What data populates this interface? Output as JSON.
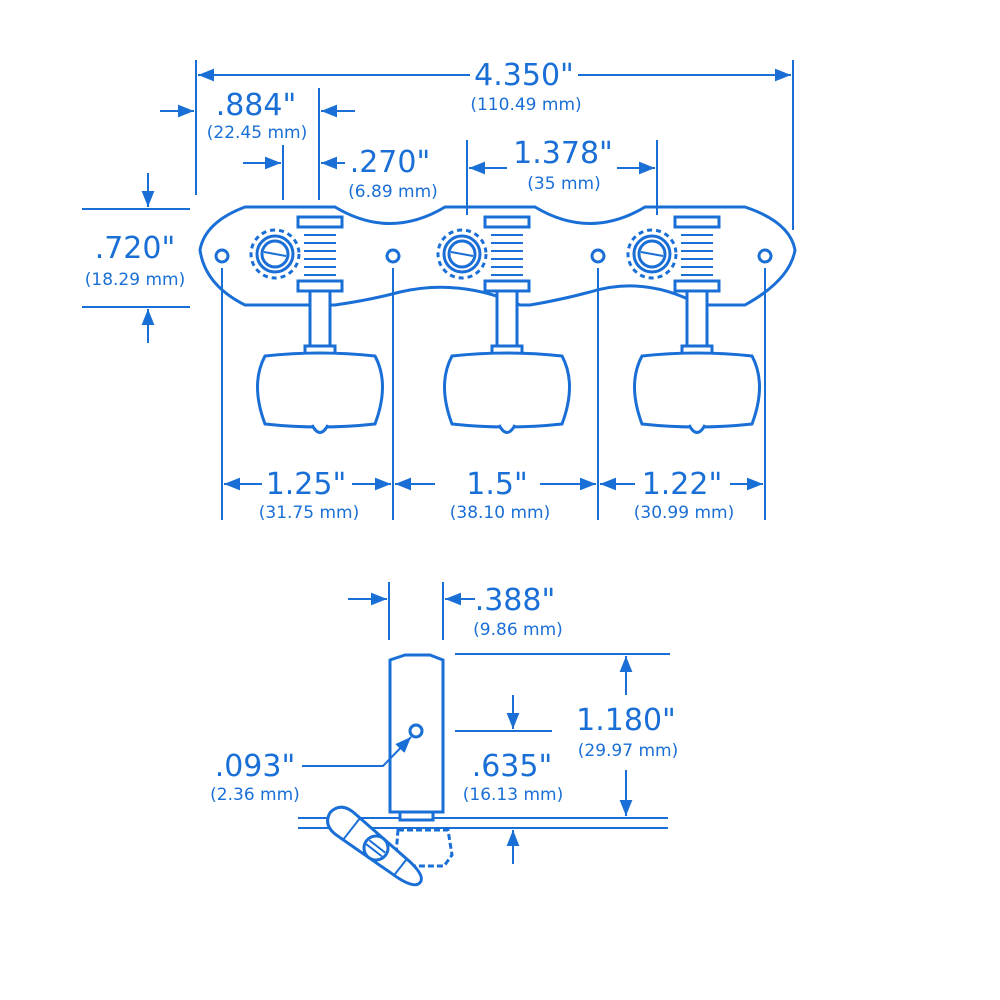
{
  "accent_color": "#1a6fd6",
  "dimensions": {
    "overall_width": {
      "in": "4.350\"",
      "mm": "(110.49 mm)"
    },
    "edge_to_post": {
      "in": ".884\"",
      "mm": "(22.45 mm)"
    },
    "post_offset": {
      "in": ".270\"",
      "mm": "(6.89 mm)"
    },
    "post_spacing": {
      "in": "1.378\"",
      "mm": "(35 mm)"
    },
    "plate_height": {
      "in": ".720\"",
      "mm": "(18.29 mm)"
    },
    "hole_spacing_1": {
      "in": "1.25\"",
      "mm": "(31.75 mm)"
    },
    "hole_spacing_2": {
      "in": "1.5\"",
      "mm": "(38.10 mm)"
    },
    "hole_spacing_3": {
      "in": "1.22\"",
      "mm": "(30.99 mm)"
    },
    "post_diameter": {
      "in": ".388\"",
      "mm": "(9.86 mm)"
    },
    "post_height": {
      "in": "1.180\"",
      "mm": "(29.97 mm)"
    },
    "string_hole_height": {
      "in": ".635\"",
      "mm": "(16.13 mm)"
    },
    "string_hole_diameter": {
      "in": ".093\"",
      "mm": "(2.36 mm)"
    }
  }
}
